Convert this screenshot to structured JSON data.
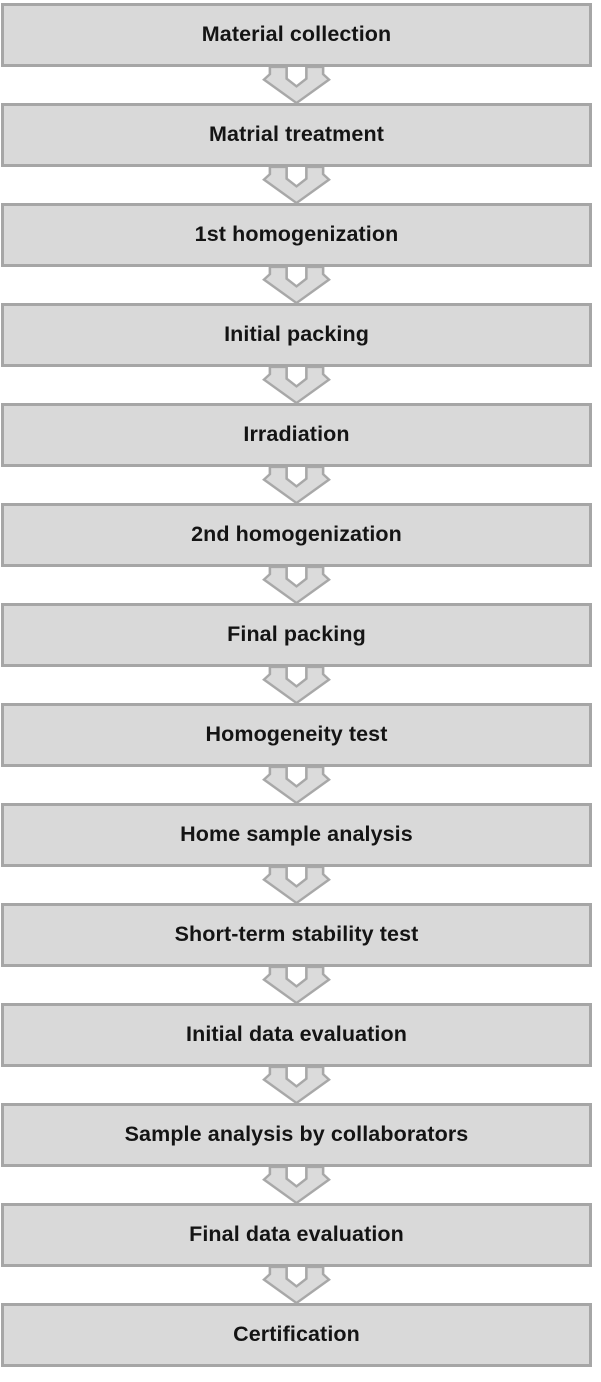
{
  "flowchart": {
    "steps": [
      "Material collection",
      "Matrial treatment",
      "1st homogenization",
      "Initial packing",
      "Irradiation",
      "2nd homogenization",
      "Final packing",
      "Homogeneity test",
      "Home sample analysis",
      "Short-term stability test",
      "Initial data evaluation",
      "Sample analysis by collaborators",
      "Final data evaluation",
      "Certification"
    ]
  },
  "colors": {
    "background": "#ffffff",
    "box_fill": "#d9d9d9",
    "box_border": "#a6a6a6",
    "arrow_fill": "#dbdbdb",
    "arrow_stroke": "#a8a8a8",
    "text": "#141414"
  }
}
